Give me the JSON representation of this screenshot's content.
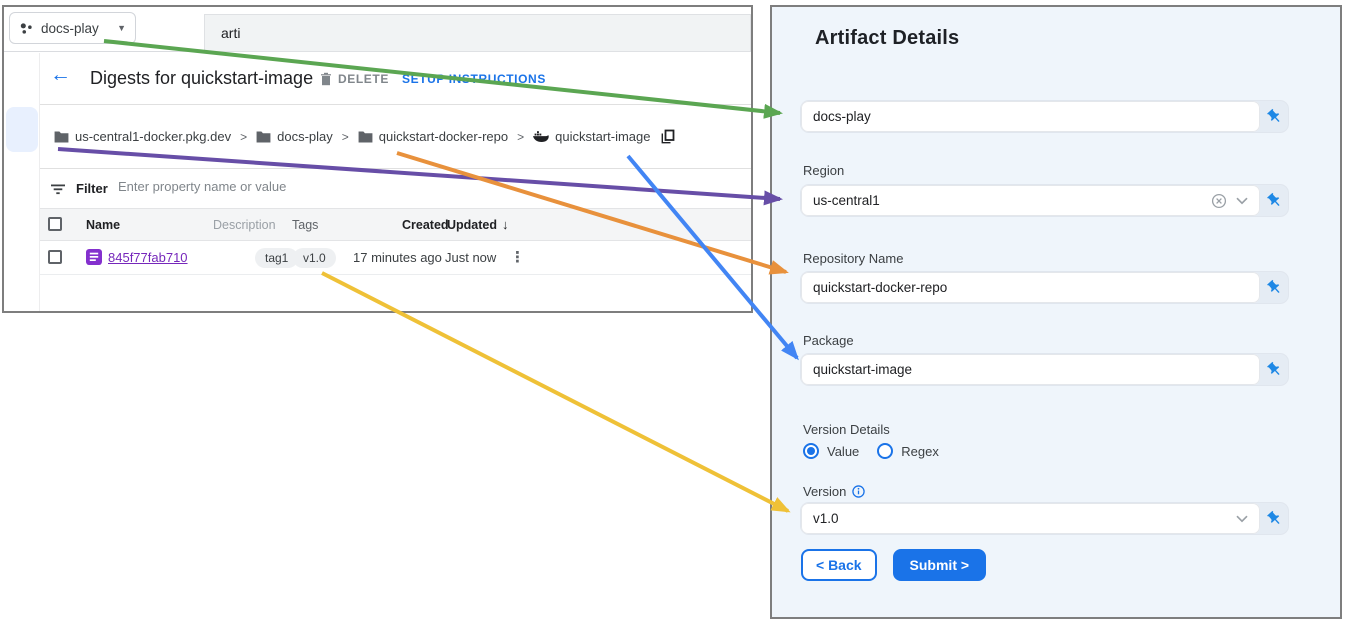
{
  "icons": {
    "back": "←",
    "dropdown": "▼",
    "sort_desc": "↓",
    "overflow": "⋮"
  },
  "console": {
    "project": "docs-play",
    "search_value": "arti",
    "title": "Digests for quickstart-image",
    "delete_label": "DELETE",
    "setup_label": "SETUP INSTRUCTIONS",
    "breadcrumb": {
      "separator": ">",
      "registry": "us-central1-docker.pkg.dev",
      "project": "docs-play",
      "repository": "quickstart-docker-repo",
      "package": "quickstart-image"
    },
    "filter_label": "Filter",
    "filter_placeholder": "Enter property name or value",
    "table": {
      "col_name": "Name",
      "col_description": "Description",
      "col_tags": "Tags",
      "col_created": "Created",
      "col_updated": "Updated",
      "row": {
        "digest": "845f77fab710",
        "tag1": "tag1",
        "tag2": "v1.0",
        "created": "17 minutes ago",
        "updated": "Just now"
      }
    }
  },
  "panel": {
    "title": "Artifact Details",
    "project_value": "docs-play",
    "region_label": "Region",
    "region_value": "us-central1",
    "repo_label": "Repository Name",
    "repo_value": "quickstart-docker-repo",
    "package_label": "Package",
    "package_value": "quickstart-image",
    "version_details_label": "Version Details",
    "radio_value_label": "Value",
    "radio_regex_label": "Regex",
    "version_label": "Version",
    "version_value": "v1.0",
    "back_label": "< Back",
    "submit_label": "Submit >"
  },
  "colors": {
    "accent_blue": "#1a73e8",
    "link_purple": "#7627bb",
    "arrow_green": "#5ba652",
    "arrow_purple": "#674ea7",
    "arrow_orange": "#e8913c",
    "arrow_blue": "#4285f4",
    "arrow_yellow": "#efc137"
  }
}
